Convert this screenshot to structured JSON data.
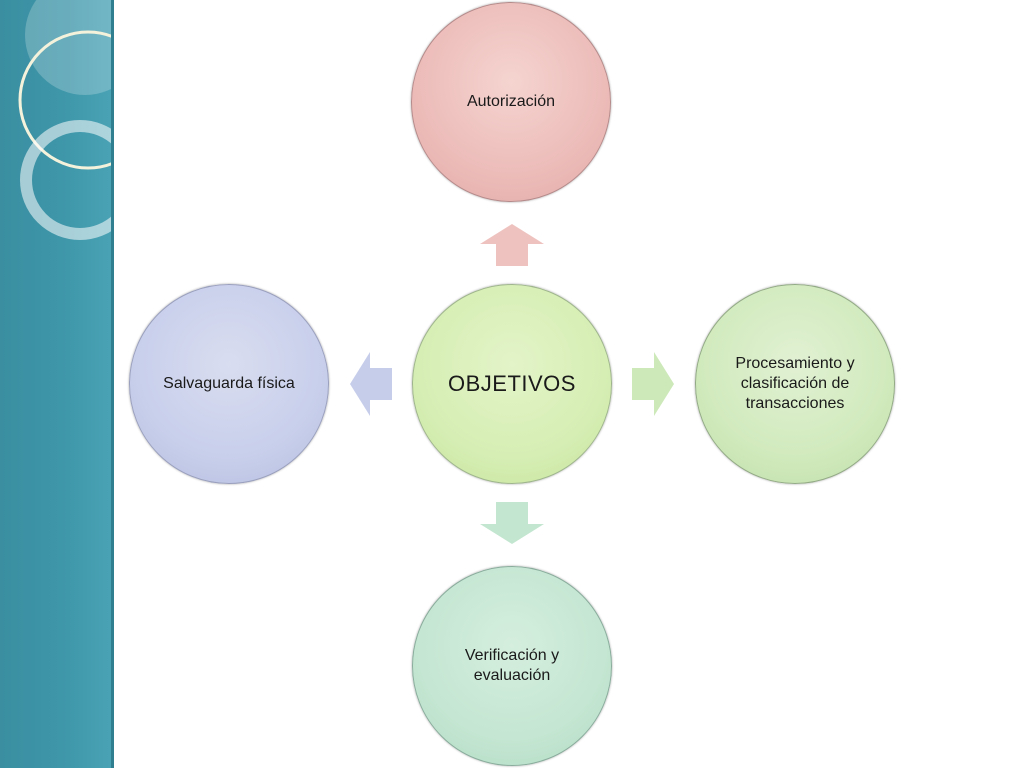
{
  "diagram": {
    "center": {
      "label": "OBJETIVOS"
    },
    "nodes": [
      {
        "position": "top",
        "label": "Autorización",
        "color": "#ecbcb9"
      },
      {
        "position": "right",
        "label": "Procesamiento y clasificación de transacciones",
        "color": "#d1eabd"
      },
      {
        "position": "bottom",
        "label": "Verificación y evaluación",
        "color": "#c4e6d2"
      },
      {
        "position": "left",
        "label": "Salvaguarda física",
        "color": "#c8cfeb"
      }
    ],
    "center_color": "#d6eeb4",
    "side_panel_color": "#3f97aa"
  }
}
